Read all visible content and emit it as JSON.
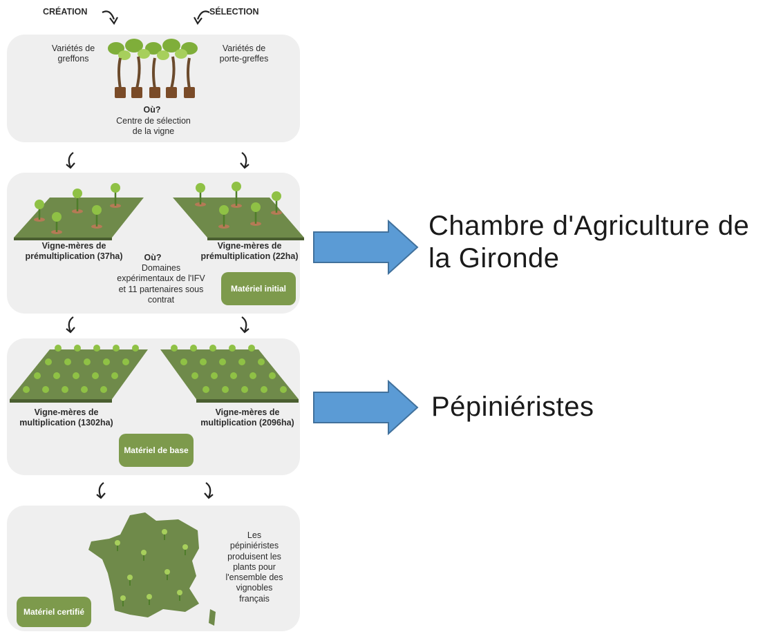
{
  "top": {
    "creation": "CRÉATION",
    "selection": "SÉLECTION"
  },
  "panel1": {
    "left_label": "Variétés de greffons",
    "right_label": "Variétés de porte-greffes",
    "where_title": "Où?",
    "where_text": "Centre de sélection de la vigne"
  },
  "panel2": {
    "left_label": "Vigne-mères de prémultiplication (37ha)",
    "right_label": "Vigne-mères de prémultiplication (22ha)",
    "where_title": "Où?",
    "where_text": "Domaines expérimentaux de l'IFV et 11 partenaires sous contrat",
    "badge": "Matériel initial"
  },
  "panel3": {
    "left_label": "Vigne-mères de multiplication (1302ha)",
    "right_label": "Vigne-mères de multiplication (2096ha)",
    "badge": "Matériel de base"
  },
  "panel4": {
    "text": "Les pépiniéristes produisent les plants pour l'ensemble des vignobles français",
    "badge": "Matériel certifié"
  },
  "callouts": {
    "first": "Chambre d'Agriculture de la Gironde",
    "second": "Pépiniéristes"
  },
  "colors": {
    "panel": "#efefef",
    "green": "#7d9a4c",
    "field": "#6f8a4a",
    "arrow_fill": "#5b9bd5",
    "arrow_border": "#41719c"
  }
}
